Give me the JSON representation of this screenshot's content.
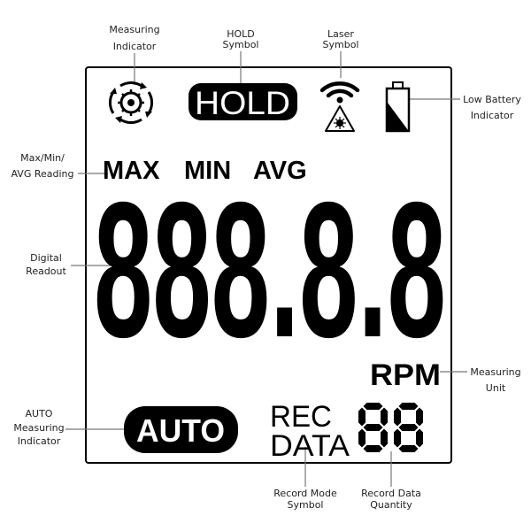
{
  "callouts": {
    "measuring_indicator": [
      "Measuring",
      "Indicator"
    ],
    "hold_symbol": [
      "HOLD",
      "Symbol"
    ],
    "laser_symbol": [
      "Laser",
      "Symbol"
    ],
    "low_battery": [
      "Low Battery",
      "Indicator"
    ],
    "max_min_avg": [
      "Max/Min/",
      "AVG Reading"
    ],
    "digital_readout": [
      "Digital",
      "Readout"
    ],
    "measuring_unit": [
      "Measuring",
      "Unit"
    ],
    "auto_indicator": [
      "AUTO",
      "Measuring",
      "Indicator"
    ],
    "record_mode": [
      "Record Mode",
      "Symbol"
    ],
    "record_quantity": [
      "Record Data",
      "Quantity"
    ]
  },
  "lcd": {
    "hold": "HOLD",
    "max": "MAX",
    "min": "MIN",
    "avg": "AVG",
    "main_display": "888.8.8",
    "unit": "RPM",
    "auto": "AUTO",
    "rec": "REC",
    "data": "DATA",
    "record_count": "88"
  },
  "icons": [
    "measuring-rotation-icon",
    "laser-wave-icon",
    "laser-warning-icon",
    "battery-low-icon"
  ]
}
